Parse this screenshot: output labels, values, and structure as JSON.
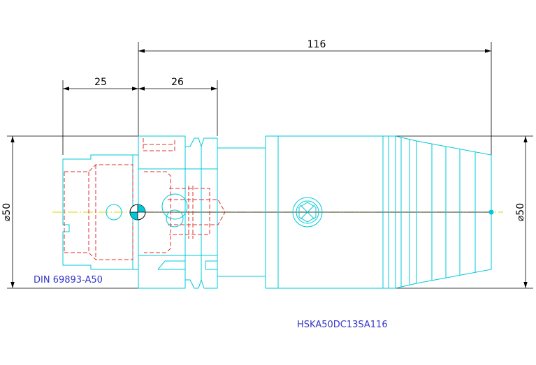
{
  "dimensions": {
    "overall_length": "116",
    "shank_length": "25",
    "flange_length": "26",
    "left_diameter": "⌀50",
    "right_diameter": "⌀50"
  },
  "labels": {
    "standard": "DIN 69893-A50",
    "part_number": "HSKA50DC13SA116"
  },
  "colors": {
    "outline": "#00c8d8",
    "hidden": "#e03030",
    "dimension": "#000000",
    "centerline": "#d8d800",
    "annotation": "#3535c8"
  }
}
